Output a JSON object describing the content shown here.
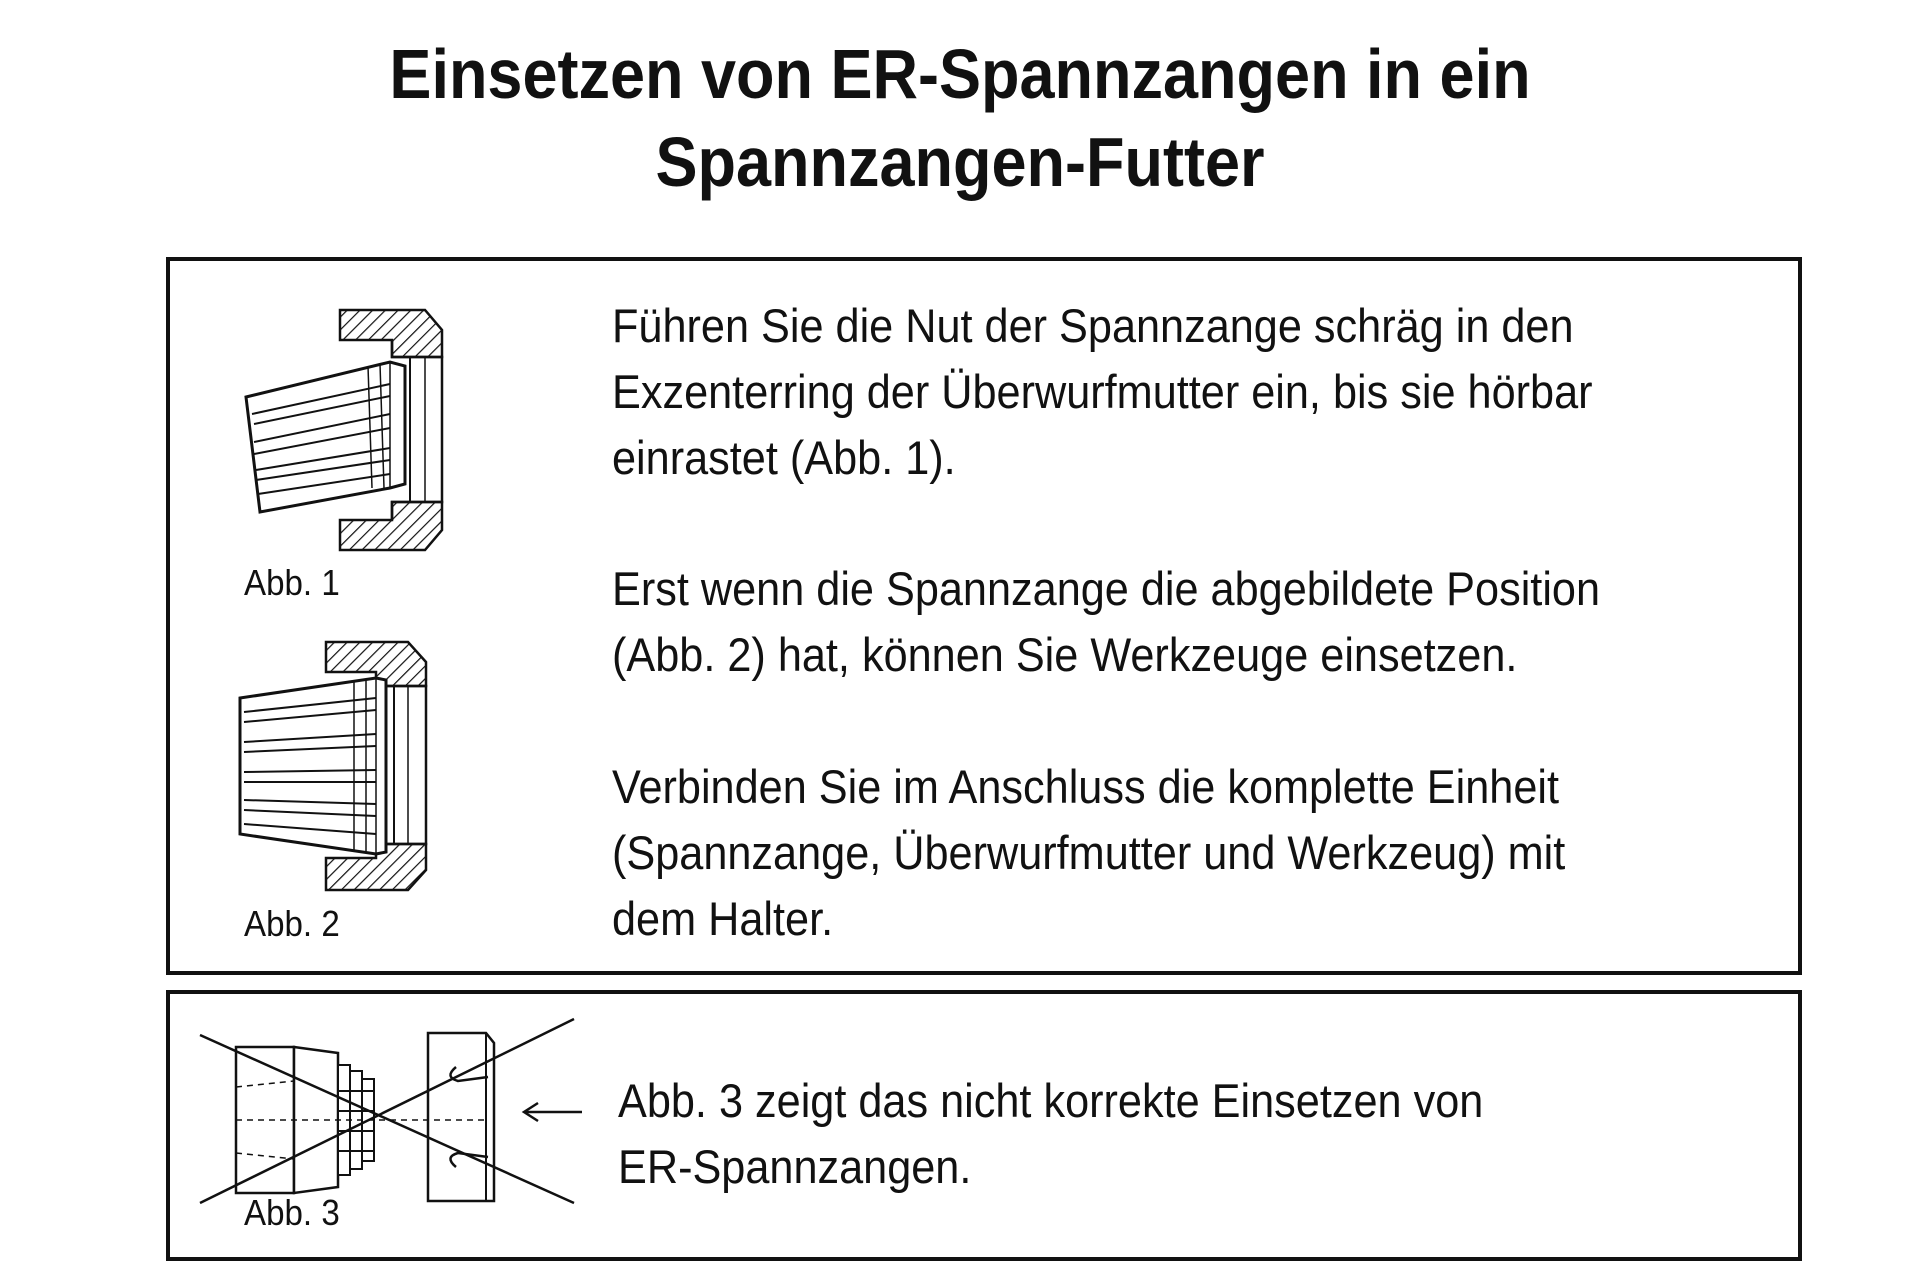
{
  "title": {
    "line1": "Einsetzen von ER-Spannzangen in ein",
    "line2": "Spannzangen-Futter"
  },
  "main_box": {
    "paragraph1": [
      "Führen Sie die Nut der Spannzange schräg in den",
      "Exzenterring der Überwurfmutter ein, bis sie hörbar",
      "einrastet (Abb. 1)."
    ],
    "paragraph2": [
      "Erst wenn die Spannzange die abgebildete Position",
      "(Abb. 2) hat, können Sie Werkzeuge einsetzen."
    ],
    "paragraph3": [
      "Verbinden Sie im Anschluss die komplette Einheit",
      "(Spannzange, Überwurfmutter und Werkzeug) mit",
      "dem Halter."
    ],
    "fig1_caption": "Abb. 1",
    "fig2_caption": "Abb. 2"
  },
  "wrong_box": {
    "paragraph": [
      "Abb. 3 zeigt das nicht korrekte Einsetzen von",
      "ER-Spannzangen."
    ],
    "fig3_caption": "Abb. 3"
  }
}
